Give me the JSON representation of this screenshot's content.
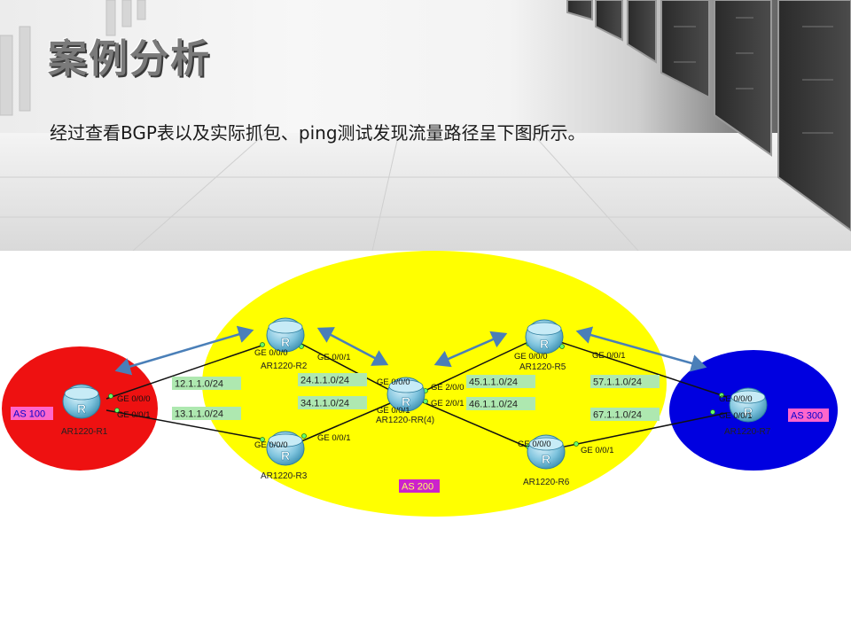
{
  "slide": {
    "title": "案例分析",
    "subtitle": "经过查看BGP表以及实际抓包、ping测试发现流量路径呈下图所示。"
  },
  "diagram": {
    "colors": {
      "as100": "#ee1111",
      "as200": "#ffff00",
      "as300": "#0000e0",
      "net_label_bg": "#aee8b0",
      "as_label_bg": "#ff66cc",
      "flow_arrow": "#4a7fb8",
      "link": "#111111"
    },
    "as_labels": {
      "as100": "AS 100",
      "as200": "AS 200",
      "as300": "AS 300"
    },
    "routers": {
      "r1": {
        "name": "AR1220-R1",
        "icon": "router-icon",
        "ports": [
          "GE 0/0/0",
          "GE 0/0/1"
        ]
      },
      "r2": {
        "name": "AR1220-R2",
        "icon": "router-icon",
        "ports": [
          "GE 0/0/0",
          "GE 0/0/1"
        ]
      },
      "r3": {
        "name": "AR1220-R3",
        "icon": "router-icon",
        "ports": [
          "GE 0/0/0",
          "GE 0/0/1"
        ]
      },
      "rr": {
        "name": "AR1220-RR(4)",
        "icon": "router-icon",
        "ports": [
          "GE 0/0/0",
          "GE 0/0/1",
          "GE 2/0/0",
          "GE 2/0/1"
        ]
      },
      "r5": {
        "name": "AR1220-R5",
        "icon": "router-icon",
        "ports": [
          "GE 0/0/0",
          "GE 0/0/1"
        ]
      },
      "r6": {
        "name": "AR1220-R6",
        "icon": "router-icon",
        "ports": [
          "GE 0/0/0",
          "GE 0/0/1"
        ]
      },
      "r7": {
        "name": "AR1220-R7",
        "icon": "router-icon",
        "ports": [
          "GE 0/0/0",
          "GE 0/0/1"
        ]
      }
    },
    "networks": [
      "12.1.1.0/24",
      "13.1.1.0/24",
      "24.1.1.0/24",
      "34.1.1.0/24",
      "45.1.1.0/24",
      "46.1.1.0/24",
      "57.1.1.0/24",
      "67.1.1.0/24"
    ]
  }
}
